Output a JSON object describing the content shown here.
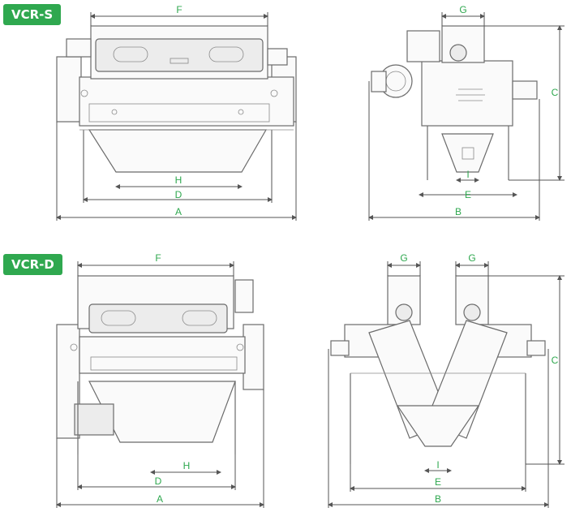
{
  "models": [
    {
      "badge": "VCR-S",
      "front_labels": {
        "F": "F",
        "H": "H",
        "D": "D",
        "A": "A"
      },
      "side_labels": {
        "G": "G",
        "C": "C",
        "I": "I",
        "E": "E",
        "B": "B"
      }
    },
    {
      "badge": "VCR-D",
      "front_labels": {
        "F": "F",
        "H": "H",
        "D": "D",
        "A": "A"
      },
      "side_labels": {
        "G1": "G",
        "G2": "G",
        "C": "C",
        "I": "I",
        "E": "E",
        "B": "B"
      }
    }
  ],
  "colors": {
    "accent": "#2fa84f",
    "line": "#6b6b6b"
  }
}
